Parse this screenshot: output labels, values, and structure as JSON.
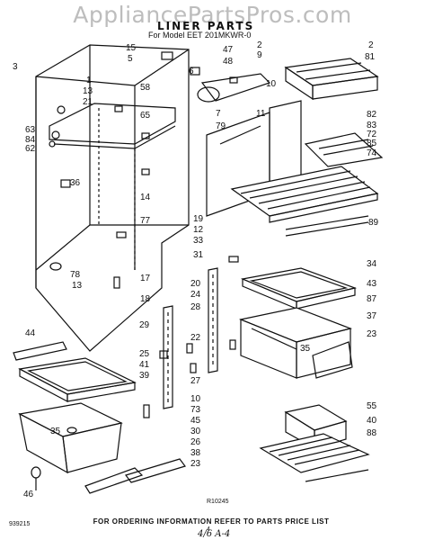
{
  "watermark": "AppliancePartsPros.com",
  "header": {
    "title": "LINER PARTS",
    "subtitle": "For Model EET 201MKWR-0"
  },
  "figure_code": "R10245",
  "footer_note": "FOR ORDERING INFORMATION REFER TO PARTS PRICE LIST",
  "doc_number": "939215",
  "page_number": "4",
  "handwritten_note": "4/6 A-4",
  "callouts": [
    "15",
    "5",
    "6",
    "47",
    "48",
    "2",
    "9",
    "2",
    "81",
    "3",
    "1",
    "13",
    "21",
    "58",
    "7",
    "11",
    "10",
    "65",
    "79",
    "82",
    "83",
    "72",
    "85",
    "74",
    "63",
    "84",
    "62",
    "36",
    "14",
    "19",
    "12",
    "33",
    "89",
    "77",
    "31",
    "34",
    "78",
    "13",
    "17",
    "18",
    "20",
    "24",
    "43",
    "87",
    "28",
    "37",
    "35",
    "23",
    "29",
    "22",
    "25",
    "41",
    "27",
    "39",
    "10",
    "73",
    "45",
    "30",
    "26",
    "38",
    "23",
    "44",
    "35",
    "55",
    "40",
    "88",
    "46"
  ]
}
